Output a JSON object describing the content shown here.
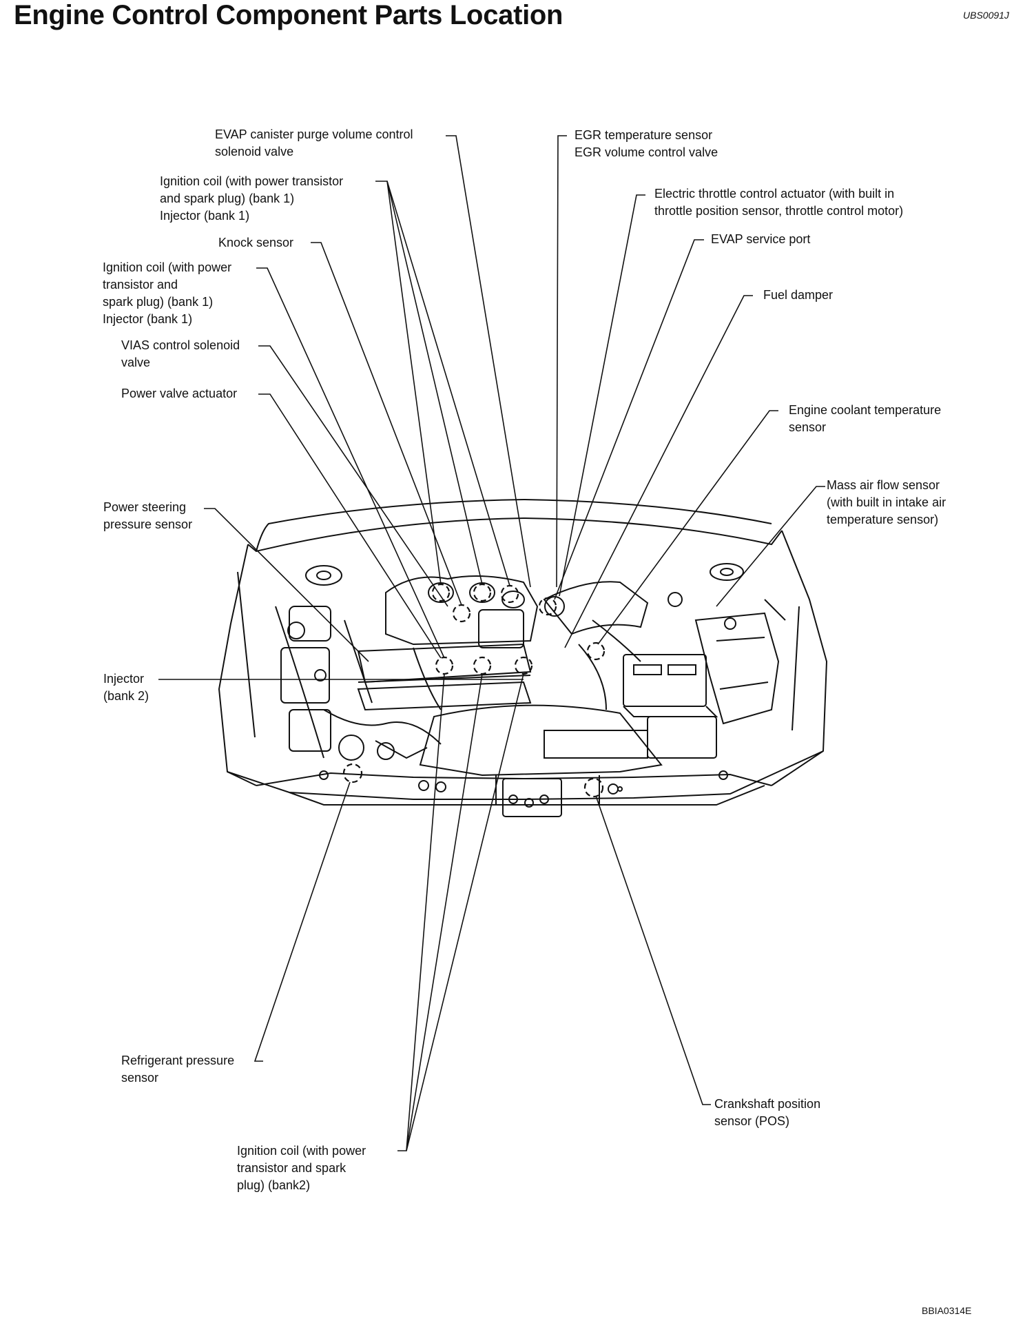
{
  "title": "Engine Control Component Parts Location",
  "code_top": "UBS0091J",
  "code_bottom": "BBIA0314E",
  "labels": {
    "evap_purge": [
      "EVAP canister purge volume control",
      "solenoid valve"
    ],
    "ign_coil_b1_top": [
      "Ignition coil (with power transistor",
      "and spark plug) (bank 1)",
      "Injector (bank 1)"
    ],
    "knock": [
      "Knock sensor"
    ],
    "ign_coil_b1_left": [
      "Ignition coil (with power",
      "transistor and",
      "spark plug) (bank 1)",
      "Injector (bank 1)"
    ],
    "vias": [
      "VIAS control solenoid",
      "valve"
    ],
    "power_valve": [
      "Power valve actuator"
    ],
    "ps_pressure": [
      "Power steering",
      "pressure sensor"
    ],
    "injector_b2": [
      "Injector",
      "(bank 2)"
    ],
    "refrigerant": [
      "Refrigerant pressure",
      "sensor"
    ],
    "ign_coil_b2": [
      "Ignition coil (with power",
      "transistor and spark",
      "plug) (bank2)"
    ],
    "egr": [
      "EGR temperature sensor",
      "EGR volume control valve"
    ],
    "throttle": [
      "Electric throttle control actuator (with built in",
      "throttle position sensor, throttle control motor)"
    ],
    "evap_port": [
      "EVAP service port"
    ],
    "fuel_damper": [
      "Fuel damper"
    ],
    "coolant": [
      "Engine coolant temperature",
      "sensor"
    ],
    "maf": [
      "Mass air flow sensor",
      "(with built in intake air",
      "temperature sensor)"
    ],
    "crankshaft": [
      "Crankshaft position",
      "sensor (POS)"
    ]
  }
}
